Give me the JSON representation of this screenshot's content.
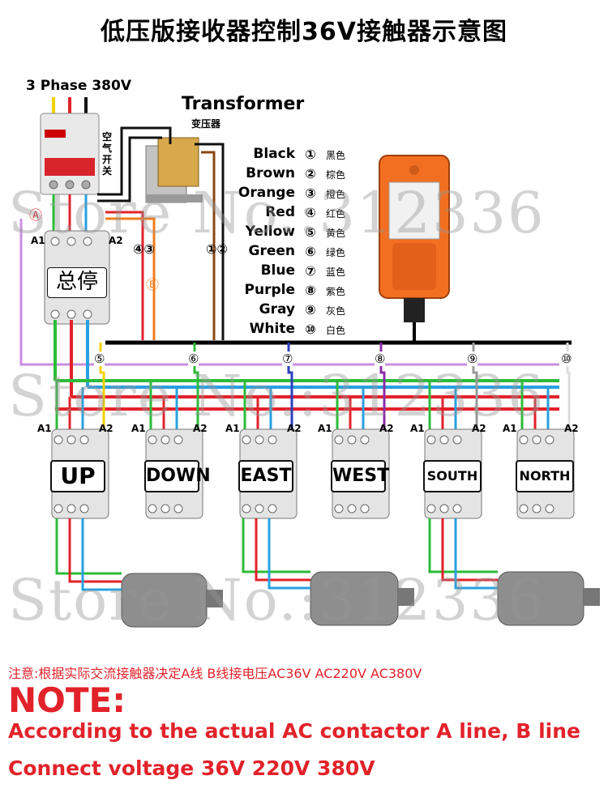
{
  "title": "低压版接收器控制36V接触器示意图",
  "power_label": "3 Phase 380V",
  "breaker_label": "空气开关",
  "transformer": {
    "label_en": "Transformer",
    "label_cn": "变压器"
  },
  "terminal_marks": {
    "A1": "A1",
    "A2": "A2",
    "a": "Ⓐ",
    "b": "Ⓑ",
    "n43": "④③",
    "n12": "①②"
  },
  "master_contactor_label": "总停",
  "legend": [
    {
      "num": "①",
      "en": "Black",
      "cn": "黑色",
      "color": "#000000"
    },
    {
      "num": "②",
      "en": "Brown",
      "cn": "棕色",
      "color": "#8b4513"
    },
    {
      "num": "③",
      "en": "Orange",
      "cn": "橙色",
      "color": "#f58220"
    },
    {
      "num": "④",
      "en": "Red",
      "cn": "红色",
      "color": "#e2222a"
    },
    {
      "num": "⑤",
      "en": "Yellow",
      "cn": "黄色",
      "color": "#f2d200"
    },
    {
      "num": "⑥",
      "en": "Green",
      "cn": "绿色",
      "color": "#2dbb3a"
    },
    {
      "num": "⑦",
      "en": "Blue",
      "cn": "蓝色",
      "color": "#2b3fbf"
    },
    {
      "num": "⑧",
      "en": "Purple",
      "cn": "紫色",
      "color": "#8b2ca8"
    },
    {
      "num": "⑨",
      "en": "Gray",
      "cn": "灰色",
      "color": "#9a9a9a"
    },
    {
      "num": "⑩",
      "en": "White",
      "cn": "白色",
      "color": "#ffffff"
    }
  ],
  "bus_marks": [
    "⑤",
    "⑥",
    "⑦",
    "⑧",
    "⑨",
    "⑩"
  ],
  "contactors": [
    "UP",
    "DOWN",
    "EAST",
    "WEST",
    "SOUTH",
    "NORTH"
  ],
  "watermark": "Store No.:312336",
  "note": {
    "cn": "注意:根据实际交流接触器决定A线  B线接电压AC36V  AC220V  AC380V",
    "title": "NOTE:",
    "line1": "According to the actual AC contactor A line, B line",
    "line2": "Connect voltage 36V 220V 380V"
  },
  "colors": {
    "red": "#e2222a",
    "green": "#2dbb3a",
    "blue": "#29a0e0",
    "purple": "#c98ee0",
    "orange": "#f07c1c"
  }
}
